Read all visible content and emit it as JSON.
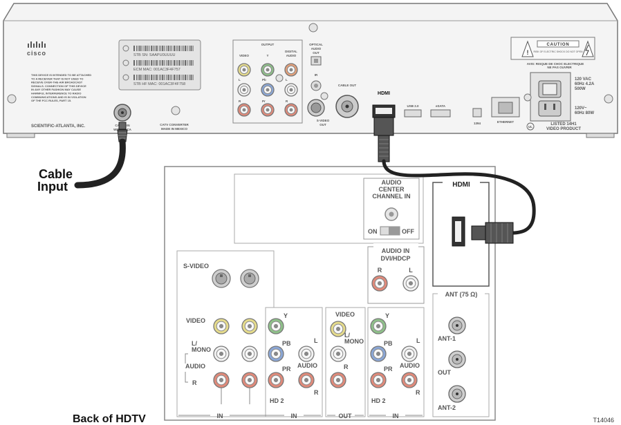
{
  "callouts": {
    "cable_input_line1": "Cable",
    "cable_input_line2": "Input",
    "back_of_hdtv": "Back of HDTV",
    "figure_id": "T14046"
  },
  "receiver": {
    "brand": "cisco",
    "manufacturer": "SCIENTIFIC-ATLANTA, INC.",
    "fcc_notice": [
      "THIS DEVICE IS INTENDED TO BE ATTACHED",
      "TO A RECEIVER THAT IS NOT USED TO",
      "RECEIVE OVER-THE-AIR BROADCAST",
      "SIGNALS. CONNECTION OF THIS DEVICE",
      "IN ANY OTHER FASHION MAY CAUSE",
      "HARMFUL INTERFERENCE TO RADIO",
      "COMMUNICATIONS AND IS IN VIOLATION",
      "OF THE FCC RULES, PART 15."
    ],
    "stb_sn": "STB SN:  SAAPU0UUUU",
    "ecm_mac": "ECM MAC:  001AC3F4F757",
    "stb_hf_mac": "STB HF MAC:  001AC3F4F758",
    "cable_in_line1": "CABLE IN",
    "cable_in_line2": "WITH MoCA",
    "catv_line1": "CATV CONVERTER",
    "catv_line2": "MADE IN MEXICO",
    "output": "OUTPUT",
    "video": "VIDEO",
    "y": "Y",
    "digital_audio_line1": "DIGITAL",
    "digital_audio_line2": "AUDIO",
    "l": "L",
    "r": "R",
    "pb": "Pb",
    "pr": "Pr",
    "optical_line1": "OPTICAL",
    "optical_line2": "AUDIO",
    "optical_line3": "OUT",
    "ir": "IR",
    "svideo_line1": "S-VIDEO",
    "svideo_line2": "OUT",
    "cable_out": "CABLE OUT",
    "hdmi": "HDMI",
    "usb": "USB 2.0",
    "esata": "eSATA",
    "port_1394": "1394",
    "ethernet": "ETHERNET",
    "caution": "CAUTION",
    "caution_sub": "RISK OF ELECTRIC SHOCK DO NOT OPEN",
    "avis": "AVIS: RISQUE DE CHOC ELECTRIQUE",
    "avis_sub": "NE PAS OUVRIR",
    "power_rating_line1": "120 VAC",
    "power_rating_line2": "60Hz 4.2A",
    "power_rating_line3": "500W",
    "outlet_rating_line1": "120V~",
    "outlet_rating_line2": "60Hz  80W",
    "ul_line1": "LISTED 14H1",
    "ul_line2": "VIDEO PRODUCT"
  },
  "hdtv": {
    "audio_center_line1": "AUDIO",
    "audio_center_line2": "CENTER",
    "audio_center_line3": "CHANNEL IN",
    "on": "ON",
    "off": "OFF",
    "hdmi": "HDMI",
    "audio_in_line1": "AUDIO IN",
    "audio_in_line2": "DVI/HDCP",
    "r": "R",
    "l": "L",
    "svideo": "S-VIDEO",
    "video": "VIDEO",
    "l_mono_line1": "L/",
    "l_mono_line2": "MONO",
    "audio": "AUDIO",
    "y": "Y",
    "pb": "PB",
    "pr": "PR",
    "hd2": "HD 2",
    "in": "IN",
    "out": "OUT",
    "ant_75": "ANT (75 Ω)",
    "ant1": "ANT-1",
    "ant_out": "OUT",
    "ant2": "ANT-2"
  },
  "colors": {
    "yellow": "#e6dc8c",
    "green": "#8fc08a",
    "red": "#e08a7a",
    "blue": "#8ba7d6",
    "white": "#f2f2f2",
    "orange": "#e4a07a",
    "panel_gray": "#ededed",
    "outline": "#888888",
    "cable": "#222222"
  }
}
